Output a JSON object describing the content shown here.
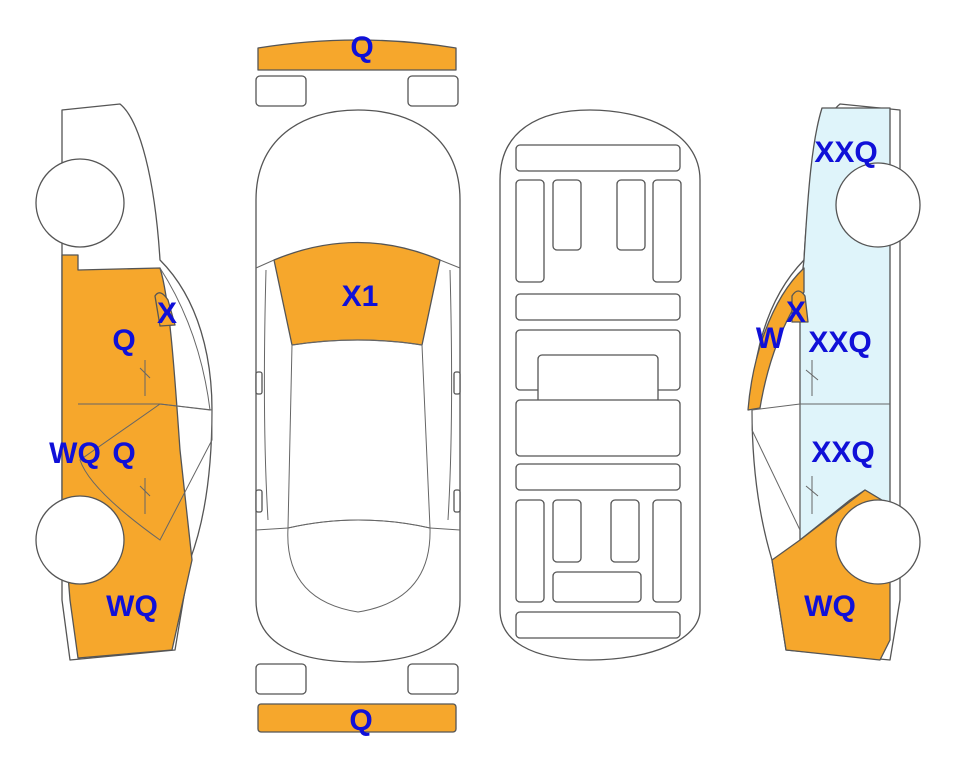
{
  "colors": {
    "damage": "#f6a72c",
    "panel_light_blue": "#dff4fa",
    "label": "#1010d8",
    "outline": "#555555",
    "background": "#ffffff"
  },
  "labels": {
    "front_bumper": "Q",
    "rear_bumper": "Q",
    "windshield": "X1",
    "left_mirror": "X",
    "left_front_door": "Q",
    "left_rear_door": "Q",
    "left_rocker": "WQ",
    "left_rear_quarter": "WQ",
    "right_front_fender": "XXQ",
    "right_mirror": "X",
    "right_pillar": "W",
    "right_front_door": "XXQ",
    "right_rear_door": "XXQ",
    "right_rear_quarter": "WQ"
  }
}
